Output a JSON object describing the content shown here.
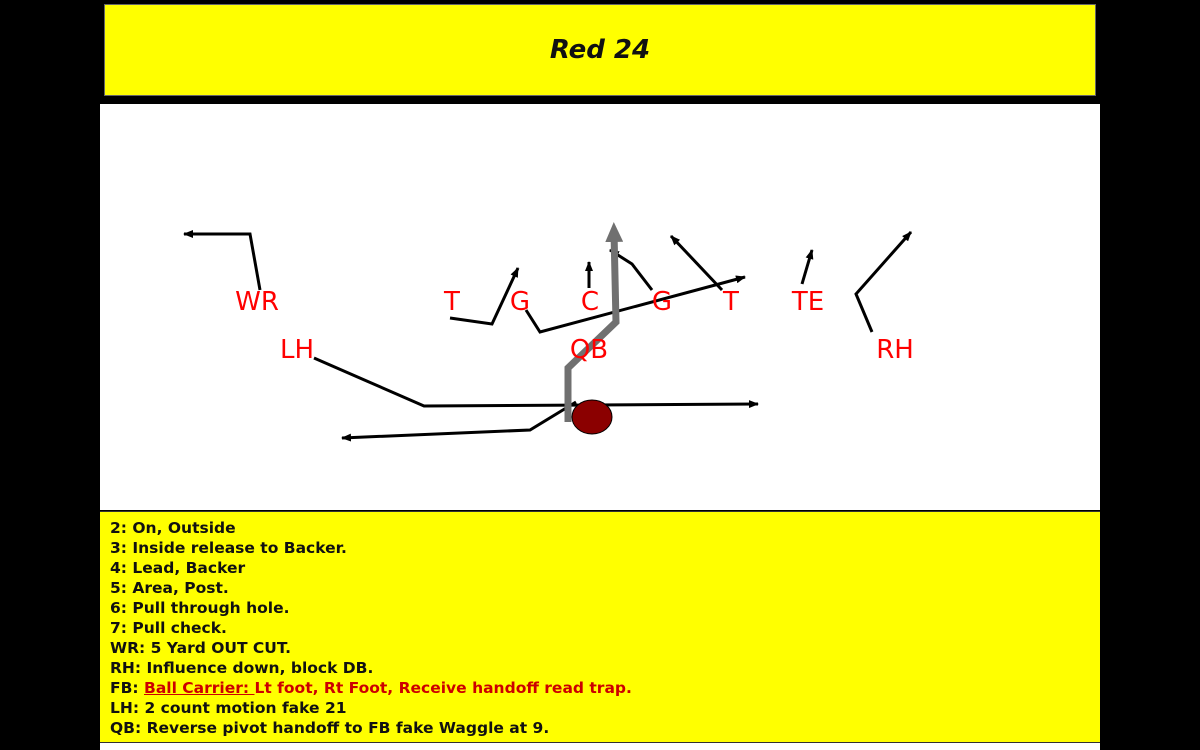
{
  "title": "Red 24",
  "colors": {
    "background": "#000000",
    "banner": "#ffff00",
    "field": "#ffffff",
    "label": "#ff0000",
    "route": "#000000",
    "qb_path": "#707070",
    "ball": "#8b0000",
    "emphasis_text": "#cc0000"
  },
  "positions": {
    "wr": "WR",
    "lh": "LH",
    "lt": "T",
    "lg": "G",
    "c": "C",
    "rg": "G",
    "rt": "T",
    "te": "TE",
    "qb": "QB",
    "rh": "RH"
  },
  "notes": [
    {
      "label": "2: On, Outside"
    },
    {
      "label": "3: Inside release to Backer."
    },
    {
      "label": "4: Lead, Backer"
    },
    {
      "label": "5: Area, Post."
    },
    {
      "label": "6: Pull through hole."
    },
    {
      "label": "7: Pull check."
    },
    {
      "label": "WR: 5 Yard OUT CUT."
    },
    {
      "label": "RH: Influence down, block DB."
    },
    {
      "prefix": "FB: ",
      "underlined": "Ball Carrier:  ",
      "rest": "Lt foot, Rt Foot, Receive handoff read trap."
    },
    {
      "label": "LH: 2 count motion  fake 21"
    },
    {
      "label": "QB: Reverse pivot handoff to FB fake Waggle at 9."
    }
  ]
}
